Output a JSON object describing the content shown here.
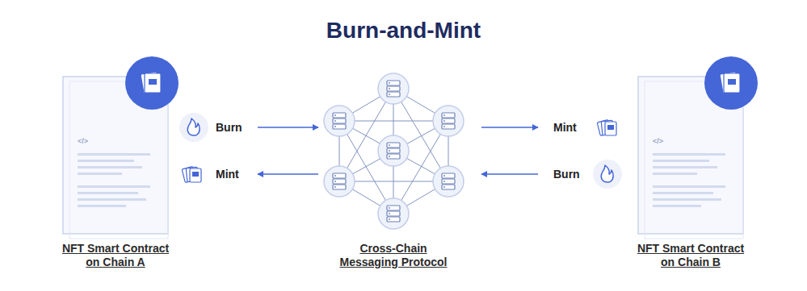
{
  "diagram": {
    "title": "Burn-and-Mint",
    "nodes": [
      {
        "text": [
          "NFT Smart Contract on Chain A"
        ]
      },
      {
        "text": [
          "Cross-Chain Messaging Protocol"
        ]
      },
      {
        "text": [
          "NFT Smart Contract on Chain B"
        ]
      }
    ],
    "edges": [
      {
        "from": 0,
        "to": 1,
        "label": "Burn",
        "arrow": "to"
      },
      {
        "from": 1,
        "to": 0,
        "label": "Mint",
        "arrow": "to"
      },
      {
        "from": 1,
        "to": 2,
        "label": "Mint",
        "arrow": "to"
      },
      {
        "from": 2,
        "to": 1,
        "label": "Burn",
        "arrow": "to"
      }
    ],
    "labels": [
      "</>",
      "</>"
    ]
  }
}
